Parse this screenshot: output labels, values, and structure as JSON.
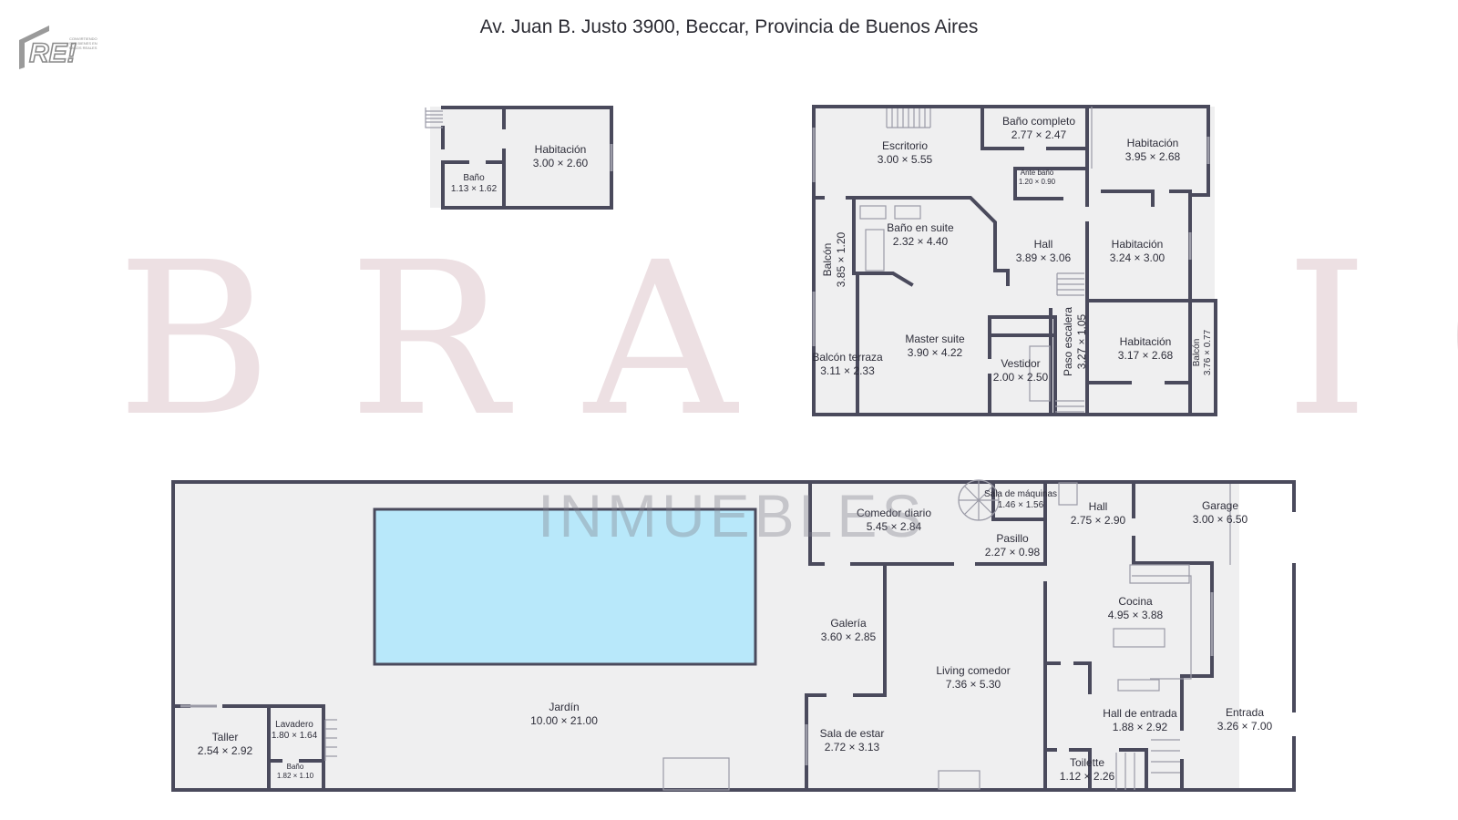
{
  "address": "Av. Juan B. Justo 3900, Beccar, Provincia de Buenos Aires",
  "logo": {
    "mark": "RE!",
    "tagline": "CONVIRTIENDO SUS BIENES EN PASOS REALES"
  },
  "watermark": {
    "big": "BRAULIO",
    "small": "INMUEBLES"
  },
  "colors": {
    "wall": "#4a4a5c",
    "floor": "#efeff0",
    "pool": "#b8e8fa",
    "watermark": "#e8dde0"
  },
  "rooms": [
    {
      "name": "Habitación",
      "dims": "3.00 × 2.60"
    },
    {
      "name": "Baño",
      "dims": "1.13 × 1.62"
    },
    {
      "name": "Escritorio",
      "dims": "3.00 × 5.55"
    },
    {
      "name": "Baño completo",
      "dims": "2.77 × 2.47"
    },
    {
      "name": "Ante baño",
      "dims": "1.20 × 0.90"
    },
    {
      "name": "Habitación",
      "dims": "3.95 × 2.68"
    },
    {
      "name": "Baño en suite",
      "dims": "2.32 × 4.40"
    },
    {
      "name": "Hall",
      "dims": "3.89 × 3.06"
    },
    {
      "name": "Habitación",
      "dims": "3.24 × 3.00"
    },
    {
      "name": "Balcón",
      "dims": "3.85 × 1.20"
    },
    {
      "name": "Master suite",
      "dims": "3.90 × 4.22"
    },
    {
      "name": "Balcón terraza",
      "dims": "3.11 × 2.33"
    },
    {
      "name": "Vestidor",
      "dims": "2.00 × 2.50"
    },
    {
      "name": "Paso escalera",
      "dims": "3.27 × 1.05"
    },
    {
      "name": "Habitación",
      "dims": "3.17 × 2.68"
    },
    {
      "name": "Balcón",
      "dims": "3.76 × 0.77"
    },
    {
      "name": "Comedor diario",
      "dims": "5.45 × 2.84"
    },
    {
      "name": "Sala de máquinas",
      "dims": "1.46 × 1.56"
    },
    {
      "name": "Hall",
      "dims": "2.75 × 2.90"
    },
    {
      "name": "Garage",
      "dims": "3.00 × 6.50"
    },
    {
      "name": "Pasillo",
      "dims": "2.27 × 0.98"
    },
    {
      "name": "Cocina",
      "dims": "4.95 × 3.88"
    },
    {
      "name": "Galería",
      "dims": "3.60 × 2.85"
    },
    {
      "name": "Living comedor",
      "dims": "7.36 × 5.30"
    },
    {
      "name": "Jardín",
      "dims": "10.00 × 21.00"
    },
    {
      "name": "Hall de entrada",
      "dims": "1.88 × 2.92"
    },
    {
      "name": "Entrada",
      "dims": "3.26 × 7.00"
    },
    {
      "name": "Taller",
      "dims": "2.54 × 2.92"
    },
    {
      "name": "Lavadero",
      "dims": "1.80 × 1.64"
    },
    {
      "name": "Baño",
      "dims": "1.82 × 1.10"
    },
    {
      "name": "Sala de estar",
      "dims": "2.72 × 3.13"
    },
    {
      "name": "Toilette",
      "dims": "1.12 × 2.26"
    }
  ]
}
